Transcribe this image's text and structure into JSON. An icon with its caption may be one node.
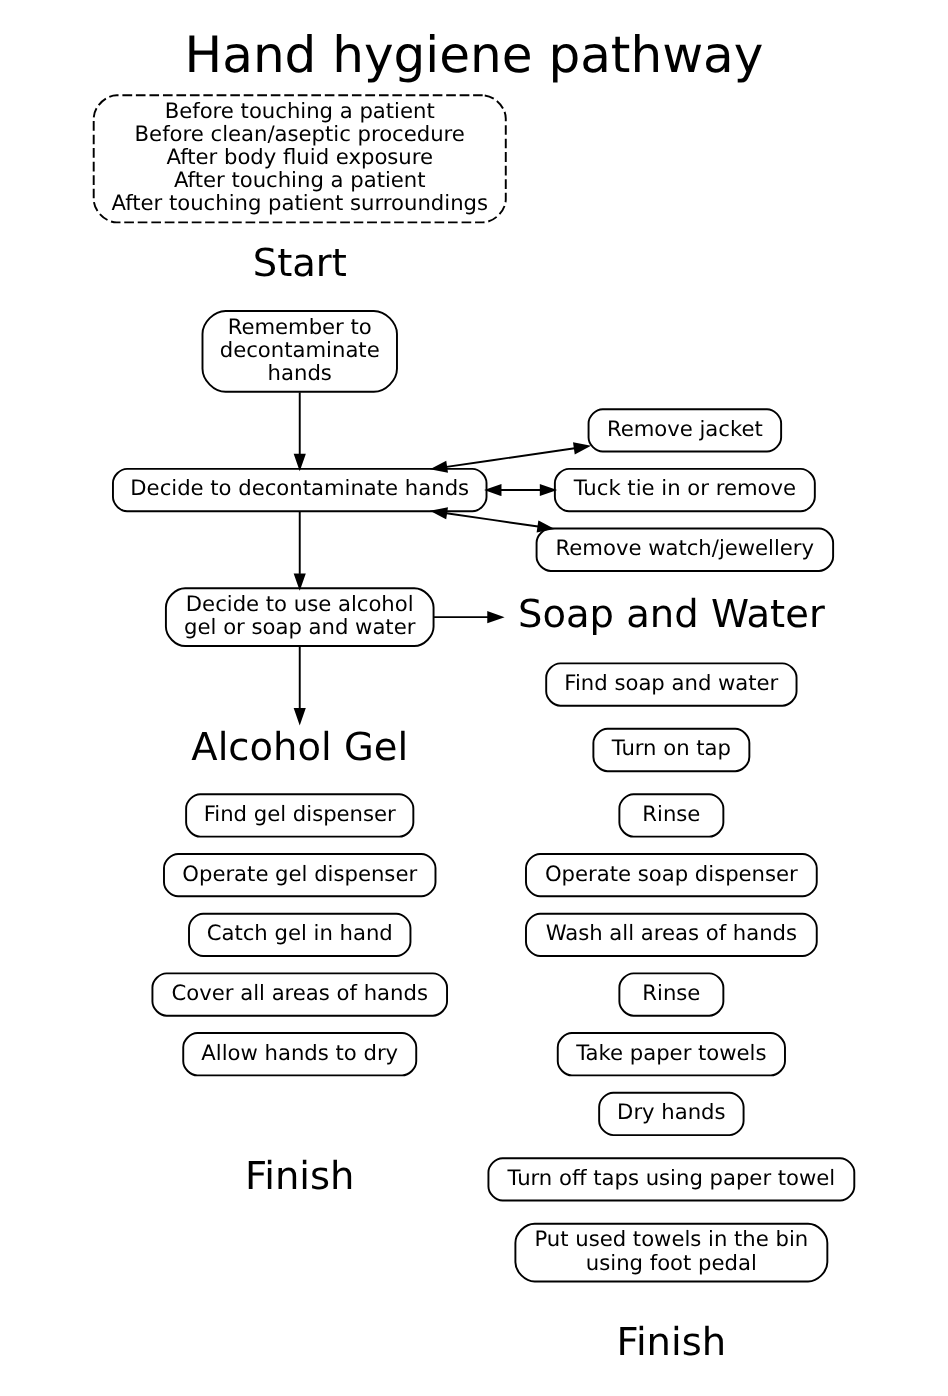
{
  "diagram": {
    "title": "Hand hygiene pathway",
    "nodes": [
      {
        "text": [
          "Before touching a patient",
          "Before clean/aseptic procedure",
          "After body fluid exposure",
          "After touching a patient",
          "After touching patient surroundings"
        ]
      },
      {
        "text": [
          "Remember to decontaminate hands"
        ]
      },
      {
        "text": [
          "Decide to decontaminate hands"
        ]
      },
      {
        "text": [
          "Remove jacket"
        ]
      },
      {
        "text": [
          "Tuck tie in or remove"
        ]
      },
      {
        "text": [
          "Remove watch/jewellery"
        ]
      },
      {
        "text": [
          "Decide to use alcohol gel or soap and water"
        ]
      },
      {
        "text": [
          "Alcohol Gel"
        ]
      },
      {
        "text": [
          "Find gel dispenser"
        ]
      },
      {
        "text": [
          "Operate gel dispenser"
        ]
      },
      {
        "text": [
          "Catch gel in hand"
        ]
      },
      {
        "text": [
          "Cover all areas of hands"
        ]
      },
      {
        "text": [
          "Allow hands to dry"
        ]
      },
      {
        "text": [
          "Soap and Water"
        ]
      },
      {
        "text": [
          "Find soap and water"
        ]
      },
      {
        "text": [
          "Turn on tap"
        ]
      },
      {
        "text": [
          "Rinse"
        ]
      },
      {
        "text": [
          "Operate soap dispenser"
        ]
      },
      {
        "text": [
          "Wash all areas of hands"
        ]
      },
      {
        "text": [
          "Rinse"
        ]
      },
      {
        "text": [
          "Take paper towels"
        ]
      },
      {
        "text": [
          "Dry hands"
        ]
      },
      {
        "text": [
          "Turn off taps using paper towel"
        ]
      },
      {
        "text": [
          "Put used towels in the bin using foot pedal"
        ]
      }
    ],
    "edges": [
      {
        "from": 1,
        "to": 2,
        "arrow": "to"
      },
      {
        "from": 2,
        "to": 3,
        "arrow": "both"
      },
      {
        "from": 2,
        "to": 4,
        "arrow": "both"
      },
      {
        "from": 2,
        "to": 5,
        "arrow": "both"
      },
      {
        "from": 2,
        "to": 6,
        "arrow": "to"
      },
      {
        "from": 6,
        "to": 7,
        "arrow": "to"
      },
      {
        "from": 6,
        "to": 13,
        "arrow": "to"
      }
    ],
    "labels": [
      "Start",
      "Finish",
      "Finish"
    ]
  }
}
